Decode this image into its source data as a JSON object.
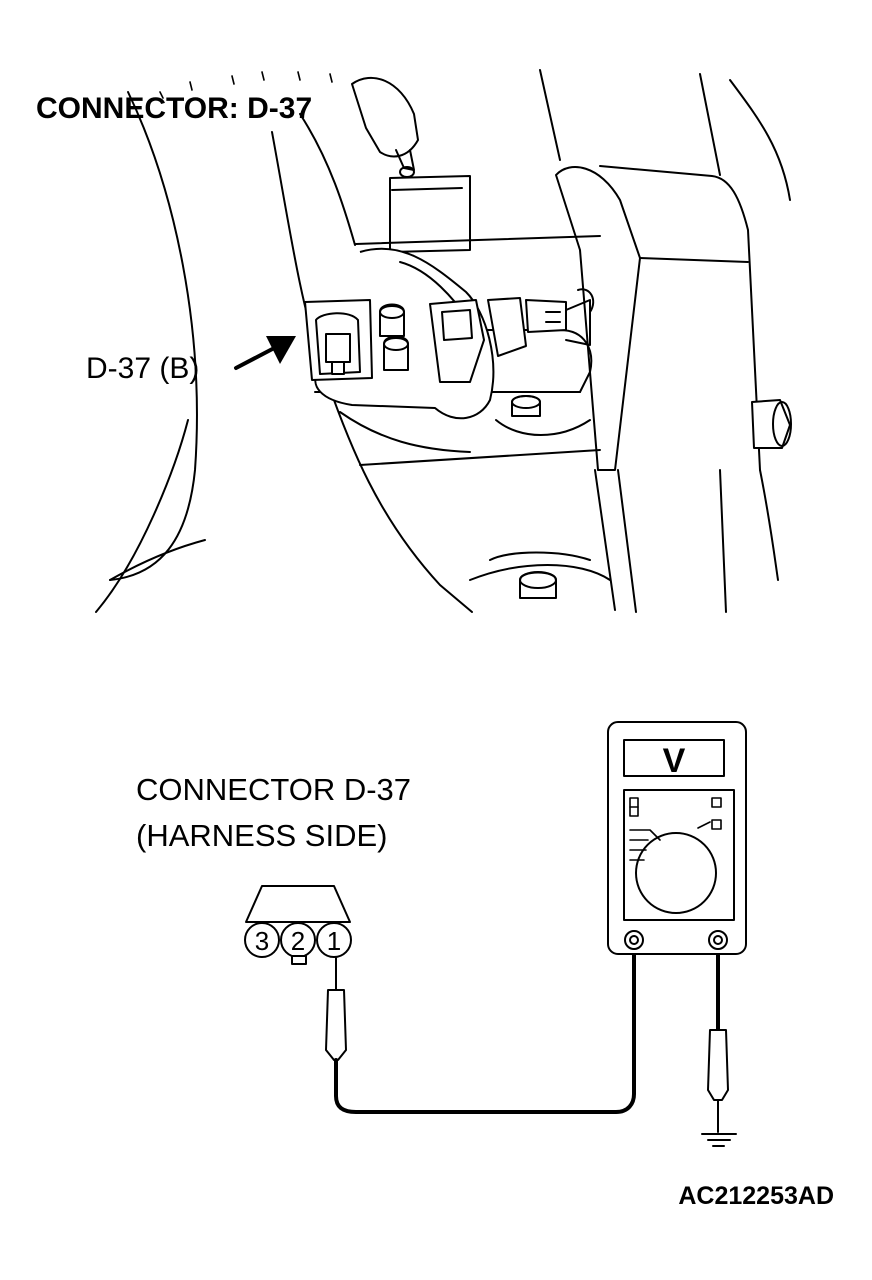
{
  "top_view": {
    "title": "CONNECTOR: D-37",
    "pointer_label": "D-37 (B)"
  },
  "bottom_view": {
    "connector_label_line1": "CONNECTOR D-37",
    "connector_label_line2": "(HARNESS SIDE)",
    "pins": [
      "3",
      "2",
      "1"
    ],
    "meter_display": "V"
  },
  "figure_id": "AC212253AD"
}
